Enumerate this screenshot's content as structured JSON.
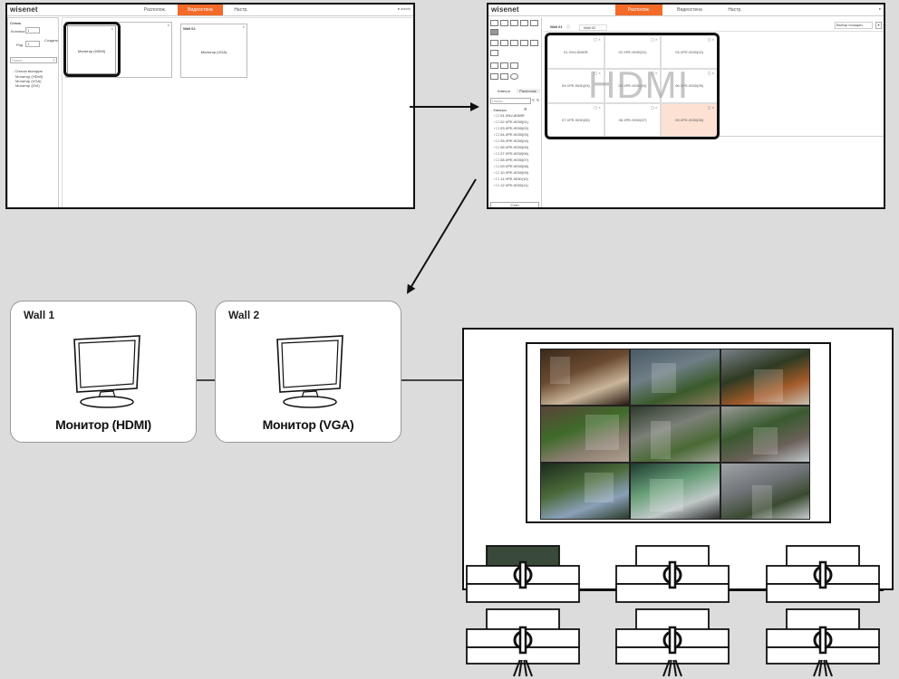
{
  "screen_left": {
    "logo": "wisenet",
    "tabs": [
      "Располож.",
      "Видеостена",
      "Настр."
    ],
    "user": "admin",
    "sidebar": {
      "title": "Стена",
      "fields": [
        {
          "label": "Колонка",
          "value": "1"
        },
        {
          "label": "Ряд",
          "value": "1"
        }
      ],
      "create_label": "Создать",
      "search_placeholder": "Поиск...",
      "list_title": "- Список выходов",
      "outputs": [
        "Монитор (HDMI)",
        "Монитор (VGA)",
        "Монитор (DVI)"
      ]
    },
    "wall_panel": {
      "title": "",
      "monitor": "Монитор (HDMI)"
    },
    "wall2_panel": {
      "title": "Wall 02",
      "monitor": "Монитор (VGA)"
    }
  },
  "screen_right": {
    "logo": "wisenet",
    "tabs": [
      "Располож.",
      "Видеостена",
      "Настр."
    ],
    "wall_tabs": [
      "Wall 01",
      "Wall 02"
    ],
    "select_layout": "Выбор позиции",
    "sidebar_tabs": [
      "Камера",
      "Располож."
    ],
    "search_placeholder": "Поиск...",
    "camera_group": "- Камеры",
    "cameras": [
      "01.XNV-8080R",
      "02.XPE-9030(01)",
      "03.XPE-9030(02)",
      "04.XPE-9030(03)",
      "05.XPE-9030(04)",
      "06.XPE-9030(05)",
      "07.XPE-9030(06)",
      "08.XPE-9030(07)",
      "09.XPE-9030(08)",
      "10.XPE-9030(09)",
      "11.XPE-9030(10)",
      "12.XPE-9030(11)"
    ],
    "cells": [
      "01.XNV-8080R",
      "02.XPE-9030(01)",
      "03.XPE-9030(02)",
      "04.XPE-9030(03)",
      "05.XPE-9030(04)",
      "06.XPE-9030(05)",
      "07.XPE-9030(06)",
      "08.XPE-9030(07)",
      "09.XPE-9030(08)"
    ],
    "watermark": "HDMI",
    "bottom_button": "Стоп"
  },
  "walls": [
    {
      "title": "Wall 1",
      "monitor": "Монитор (HDMI)"
    },
    {
      "title": "Wall 2",
      "monitor": "Монитор (VGA)"
    }
  ]
}
